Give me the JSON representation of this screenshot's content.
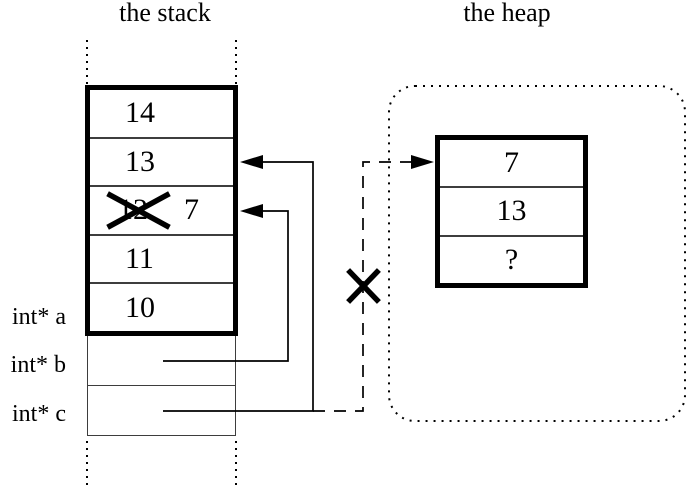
{
  "diagram_type": "stack-heap-pointer-memory-diagram",
  "colors": {
    "ink": "#000000",
    "background": "#ffffff",
    "thin_line": "#3d3d3d"
  },
  "stack": {
    "title": "the stack",
    "cells": [
      {
        "value": "14"
      },
      {
        "value": "13"
      },
      {
        "old_value": "12",
        "new_value": "7",
        "crossed_out": true
      },
      {
        "value": "11"
      },
      {
        "value": "10"
      }
    ]
  },
  "pointer_vars": [
    {
      "label": "int* a"
    },
    {
      "label": "int* b"
    },
    {
      "label": "int* c"
    }
  ],
  "heap": {
    "title": "the heap",
    "cells": [
      {
        "value": "7"
      },
      {
        "value": "13"
      },
      {
        "value": "?"
      }
    ]
  }
}
